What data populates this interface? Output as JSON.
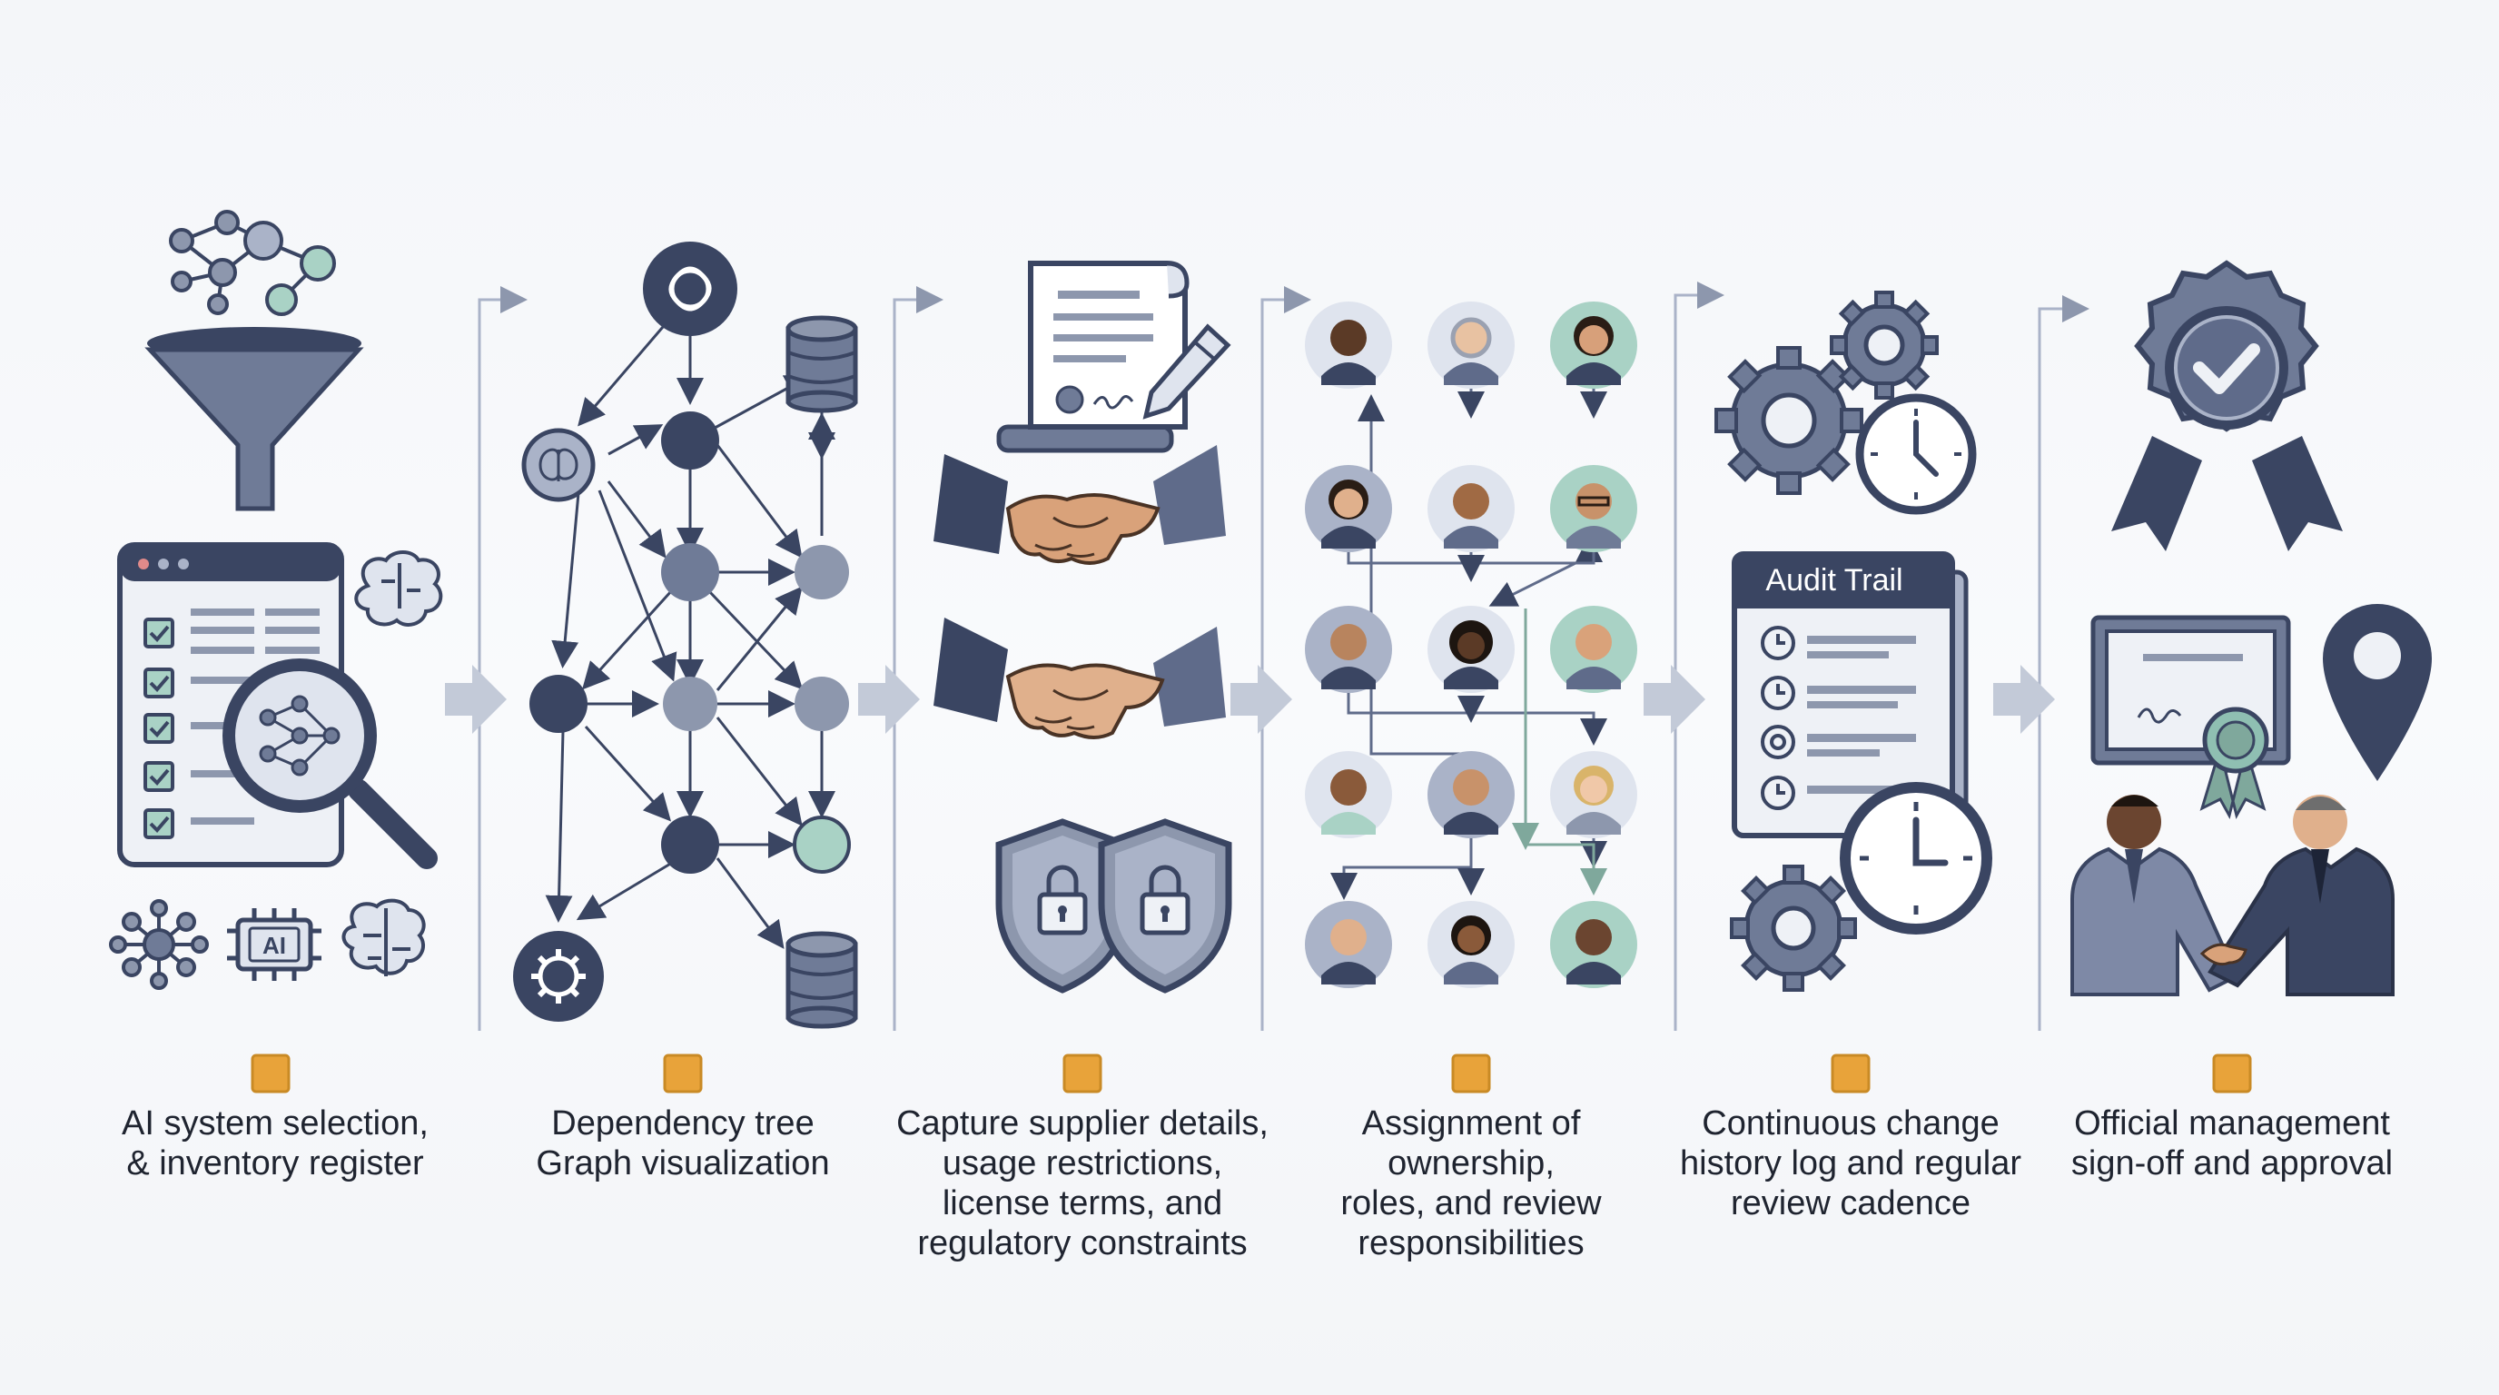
{
  "steps": [
    {
      "caption": "AI system selection,\n& inventory register",
      "icon": "ai-inventory-icon"
    },
    {
      "caption": "Dependency tree\nGraph visualization",
      "icon": "dependency-graph-icon"
    },
    {
      "caption": "Capture supplier details,\nusage restrictions,\nlicense terms, and\nregulatory constraints",
      "icon": "supplier-agreement-icon"
    },
    {
      "caption": "Assignment of\nownership,\nroles, and review\nresponsibilities",
      "icon": "people-network-icon"
    },
    {
      "caption": "Continuous change\nhistory log and regular\nreview cadence",
      "icon": "audit-trail-icon"
    },
    {
      "caption": "Official management\nsign-off and approval",
      "icon": "approval-badge-icon"
    }
  ],
  "audit_trail_label": "Audit Trail",
  "ai_chip_label": "AI",
  "colors": {
    "navy": "#3a4562",
    "slate": "#6f7b97",
    "light_slate": "#aab3c8",
    "teal": "#8fbfb2",
    "marker": "#e8a33a",
    "arrow": "#b8c0cf"
  }
}
